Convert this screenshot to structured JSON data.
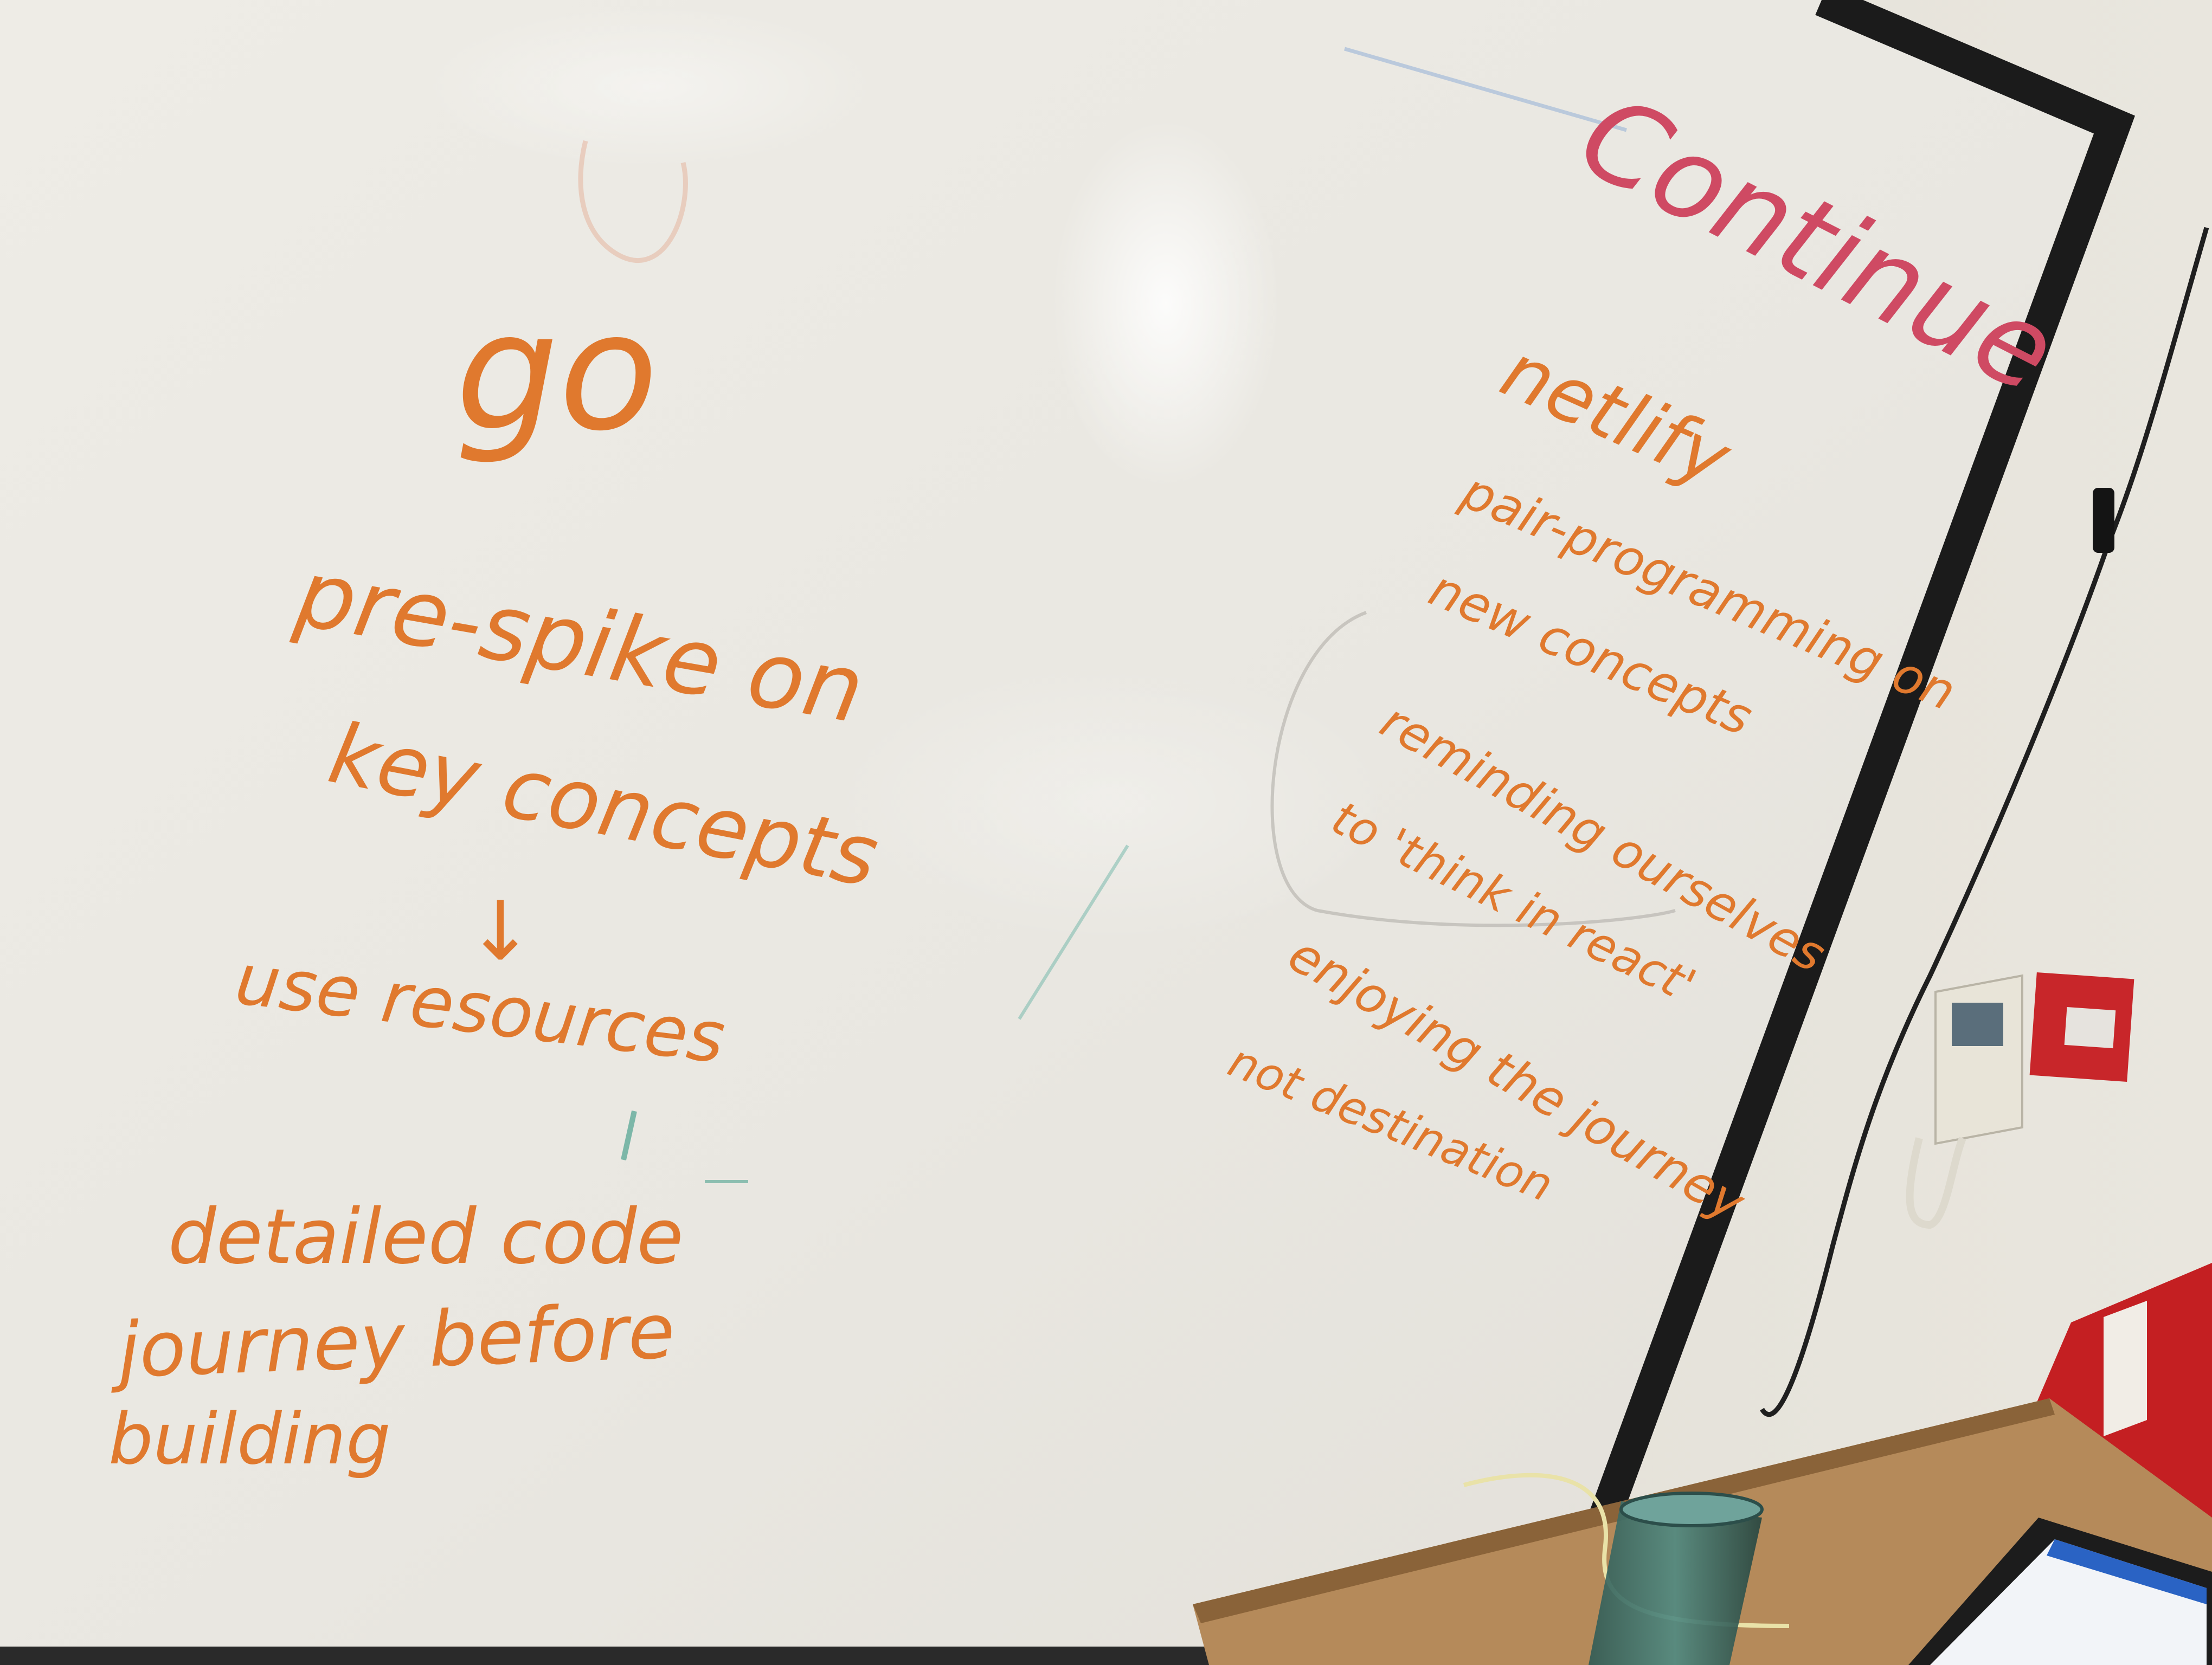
{
  "whiteboard": {
    "left_column": {
      "heading": "go",
      "lines": [
        "pre-spike on",
        "key concepts",
        "↓",
        "use resources",
        "detailed code",
        "journey before",
        "building"
      ]
    },
    "right_column": {
      "heading": "Continue",
      "lines": [
        "netlify",
        "pair-programming on",
        "new concepts",
        "reminding ourselves",
        "to 'think in react'",
        "enjoying the journey",
        "not destination"
      ]
    }
  },
  "colors": {
    "marker_orange": "#e0792e",
    "marker_red": "#cf4a63",
    "board_frame": "#1b1b1b",
    "board_surface": "#eeece6",
    "wall": "#e4e1d8",
    "fire_equipment": "#c8262a",
    "desk": "#b58a5a"
  }
}
